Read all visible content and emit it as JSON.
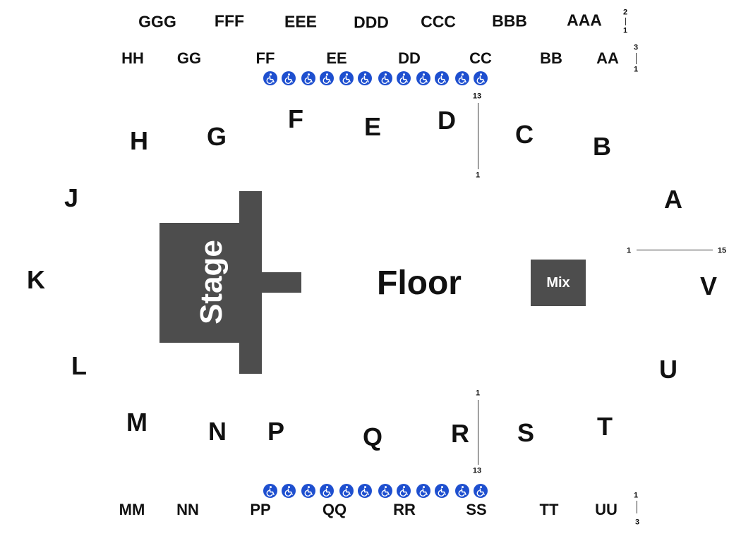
{
  "sections_top3": [
    "GGG",
    "FFF",
    "EEE",
    "DDD",
    "CCC",
    "BBB",
    "AAA"
  ],
  "sections_top2": [
    "HH",
    "GG",
    "FF",
    "EE",
    "DD",
    "CC",
    "BB",
    "AA"
  ],
  "sections_upper": [
    "H",
    "G",
    "F",
    "E",
    "D",
    "C",
    "B"
  ],
  "sections_left": [
    "J",
    "K",
    "L"
  ],
  "sections_right": [
    "A",
    "V",
    "U"
  ],
  "sections_lower": [
    "M",
    "N",
    "P",
    "Q",
    "R",
    "S",
    "T"
  ],
  "sections_bottom2": [
    "MM",
    "NN",
    "PP",
    "QQ",
    "RR",
    "SS",
    "TT",
    "UU"
  ],
  "stage_label": "Stage",
  "floor_label": "Floor",
  "mix_label": "Mix",
  "row_numbers": {
    "top3_first": "2",
    "top3_last": "1",
    "top2_first": "3",
    "top2_last": "1",
    "upper_first": "13",
    "upper_last": "1",
    "floor_first": "1",
    "floor_last": "15",
    "lower_first": "1",
    "lower_last": "13",
    "bottom2_first": "1",
    "bottom2_last": "3"
  },
  "wheelchair_icon": "wheelchair-accessible-icon",
  "colors": {
    "stage": "#4d4d4d",
    "accessible": "#1e4fcf",
    "text": "#111111"
  }
}
